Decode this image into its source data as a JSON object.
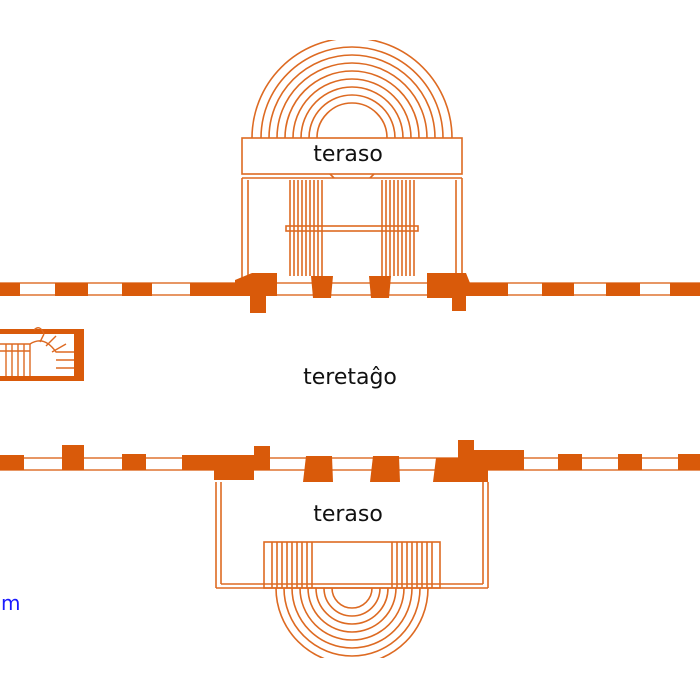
{
  "labels": {
    "terrace_top": "teraso",
    "ground_floor": "teretaĝo",
    "terrace_bottom": "teraso",
    "scale_unit": "m"
  },
  "colors": {
    "wall": "#d95a0a",
    "line": "#dd6a22",
    "background": "#ffffff",
    "text": "#111111",
    "scale": "#1a1aff"
  }
}
